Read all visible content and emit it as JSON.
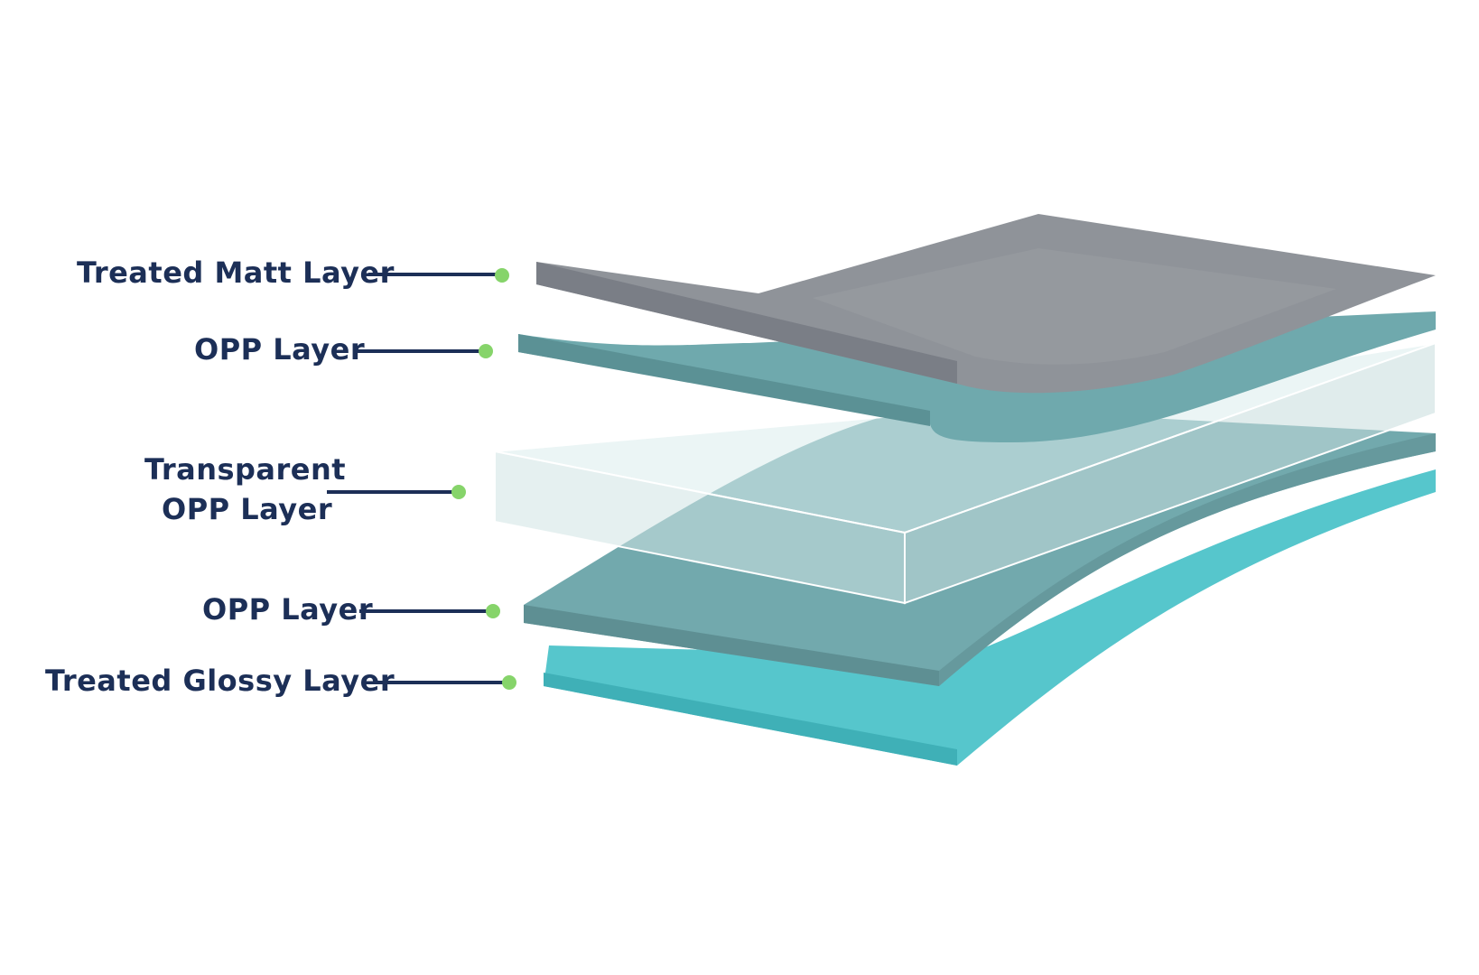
{
  "diagram": {
    "labels": {
      "treated_matt": "Treated Matt Layer",
      "opp_top": "OPP Layer",
      "transparent_line1": "Transparent",
      "transparent_line2": "OPP Layer",
      "opp_bottom": "OPP Layer",
      "treated_glossy": "Treated Glossy Layer"
    },
    "colors": {
      "label_text": "#1c2f57",
      "leader_line": "#1c2f57",
      "marker_dot": "#86d46a",
      "matt_layer": "#8f9399",
      "opp_layer": "#6fa9ad",
      "transparent_layer": "#cfe3e4",
      "glossy_layer": "#56c6cc"
    }
  }
}
